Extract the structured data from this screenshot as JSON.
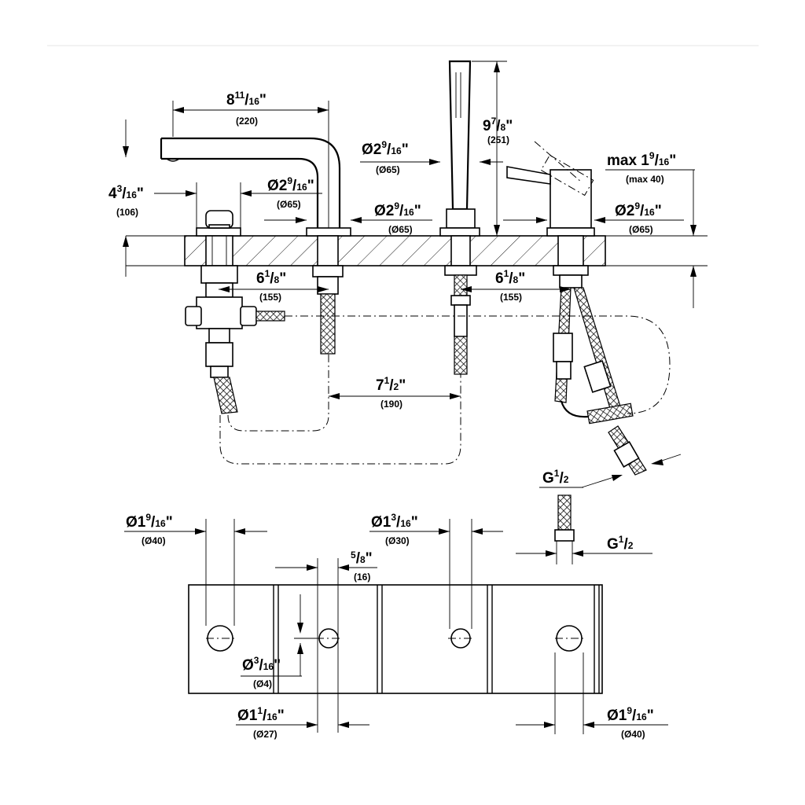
{
  "dimensions": {
    "spout_width": {
      "main": "8",
      "num": "11",
      "den": "16",
      "mm": "(220)"
    },
    "spout_height": {
      "main": "4",
      "num": "3",
      "den": "16",
      "mm": "(106)"
    },
    "hole_dia_1": {
      "main": "Ø2",
      "num": "9",
      "den": "16",
      "mm": "(Ø65)"
    },
    "hole_dia_2": {
      "main": "Ø2",
      "num": "9",
      "den": "16",
      "mm": "(Ø65)"
    },
    "hole_dia_3": {
      "main": "Ø2",
      "num": "9",
      "den": "16",
      "mm": "(Ø65)"
    },
    "hole_dia_4": {
      "main": "Ø2",
      "num": "9",
      "den": "16",
      "mm": "(Ø65)"
    },
    "handshower_height": {
      "main": "9",
      "num": "7",
      "den": "8",
      "mm": "(251)"
    },
    "deck_thickness": {
      "main": "max 1",
      "num": "9",
      "den": "16",
      "mm": "(max 40)"
    },
    "spacing_left": {
      "main": "6",
      "num": "1",
      "den": "8",
      "mm": "(155)"
    },
    "spacing_right": {
      "main": "6",
      "num": "1",
      "den": "8",
      "mm": "(155)"
    },
    "spacing_center": {
      "main": "7",
      "num": "1",
      "den": "2",
      "mm": "(190)"
    },
    "connection_1": {
      "main": "G",
      "num": "1",
      "den": "2"
    },
    "connection_2": {
      "main": "G",
      "num": "1",
      "den": "2"
    },
    "cutout_1": {
      "main": "Ø1",
      "num": "9",
      "den": "16",
      "mm": "(Ø40)"
    },
    "cutout_2": {
      "main": "Ø1",
      "num": "3",
      "den": "16",
      "mm": "(Ø30)"
    },
    "slot_width": {
      "num": "5",
      "den": "8",
      "mm": "(16)"
    },
    "pin_dia": {
      "main": "Ø",
      "num": "3",
      "den": "16",
      "mm": "(Ø4)"
    },
    "cutout_3": {
      "main": "Ø1",
      "num": "1",
      "den": "16",
      "mm": "(Ø27)"
    },
    "cutout_4": {
      "main": "Ø1",
      "num": "9",
      "den": "16",
      "mm": "(Ø40)"
    }
  },
  "symbols": {
    "inch": "\"",
    "slash": "/"
  }
}
